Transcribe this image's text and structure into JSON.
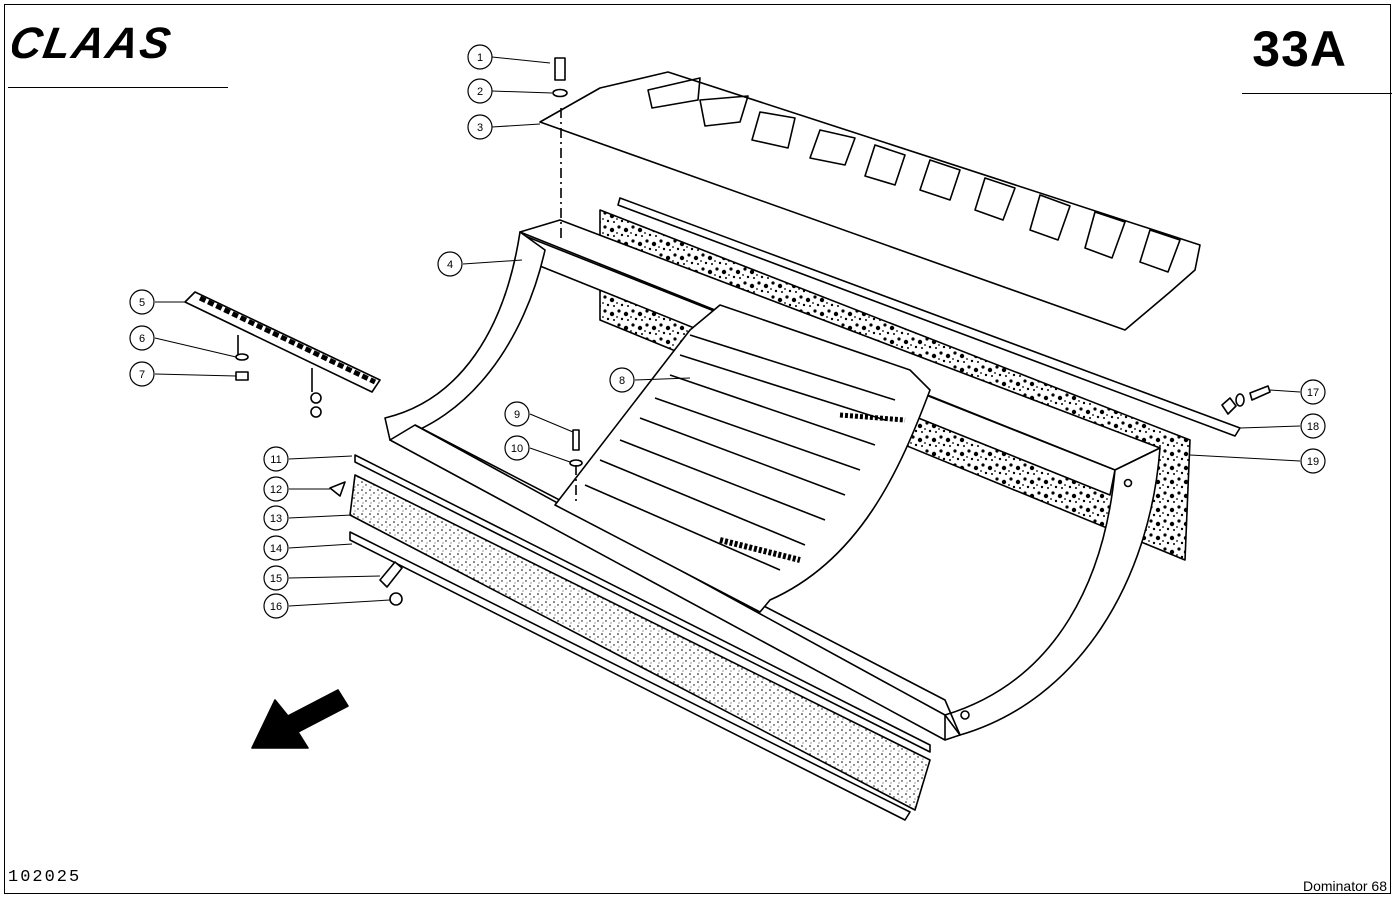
{
  "brand": {
    "name": "CLAAS"
  },
  "header": {
    "page_number": "33A"
  },
  "footer": {
    "document_number": "102025",
    "model": "Dominator 68"
  },
  "callouts": [
    "1",
    "2",
    "3",
    "4",
    "5",
    "6",
    "7",
    "8",
    "9",
    "10",
    "11",
    "12",
    "13",
    "14",
    "15",
    "16",
    "17",
    "18",
    "19"
  ],
  "icons": {
    "brand": "claas-wordmark",
    "direction": "travel-direction-arrow-icon"
  }
}
